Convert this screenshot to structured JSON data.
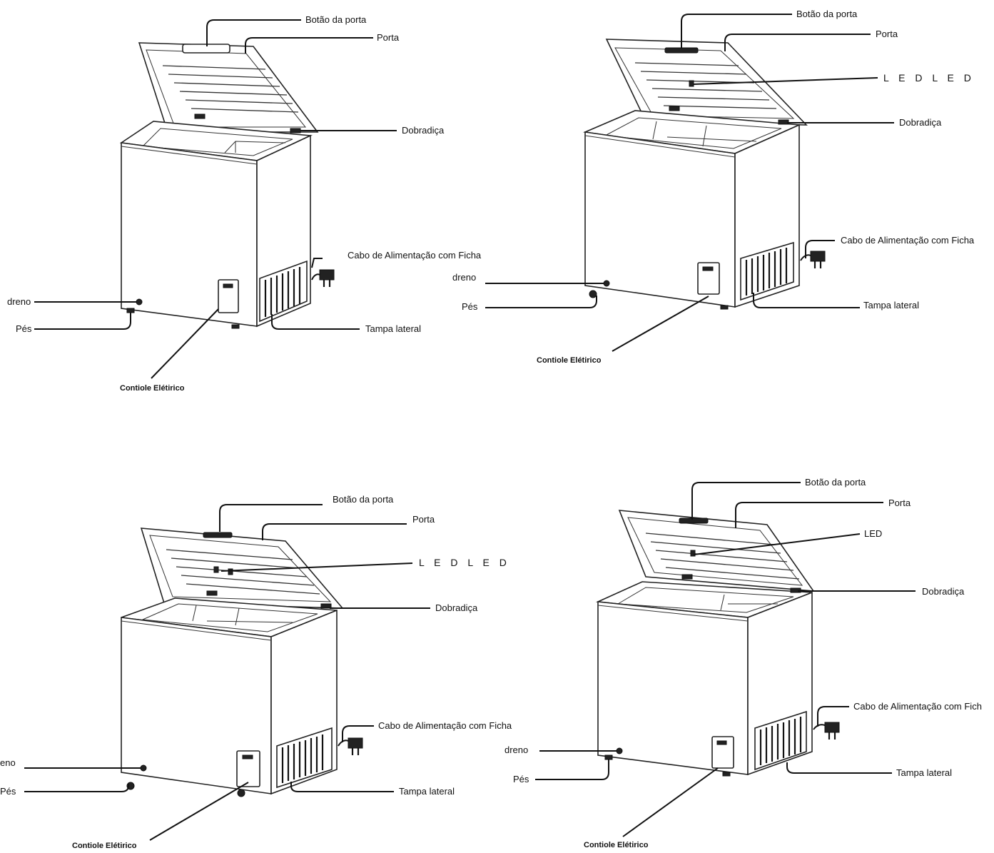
{
  "diagrams": [
    {
      "labels": {
        "door_button": "Botão da porta",
        "door": "Porta",
        "hinge": "Dobradiça",
        "power_cable": "Cabo de Alimentação com Ficha",
        "drain": "dreno",
        "feet": "Pés",
        "side_cover": "Tampa lateral",
        "electric_control": "Contiole Elétirico"
      }
    },
    {
      "labels": {
        "door_button": "Botão da porta",
        "door": "Porta",
        "led": "L E D L E D",
        "hinge": "Dobradiça",
        "power_cable": "Cabo de Alimentação com Ficha",
        "drain": "dreno",
        "feet": "Pés",
        "side_cover": "Tampa lateral",
        "electric_control": "Contiole Elétirico"
      }
    },
    {
      "labels": {
        "door_button": "Botão da porta",
        "door": "Porta",
        "led": "L E D L E D",
        "hinge": "Dobradiça",
        "power_cable": "Cabo de Alimentação com Ficha",
        "drain": "eno",
        "feet": "Pés",
        "side_cover": "Tampa lateral",
        "electric_control": "Contiole Elétirico"
      }
    },
    {
      "labels": {
        "door_button": "Botão da porta",
        "door": "Porta",
        "led": "LED",
        "hinge": "Dobradiça",
        "power_cable": "Cabo de Alimentação com Fich",
        "drain": "dreno",
        "feet": "Pés",
        "side_cover": "Tampa lateral",
        "electric_control": "Contiole Elétirico"
      }
    }
  ]
}
